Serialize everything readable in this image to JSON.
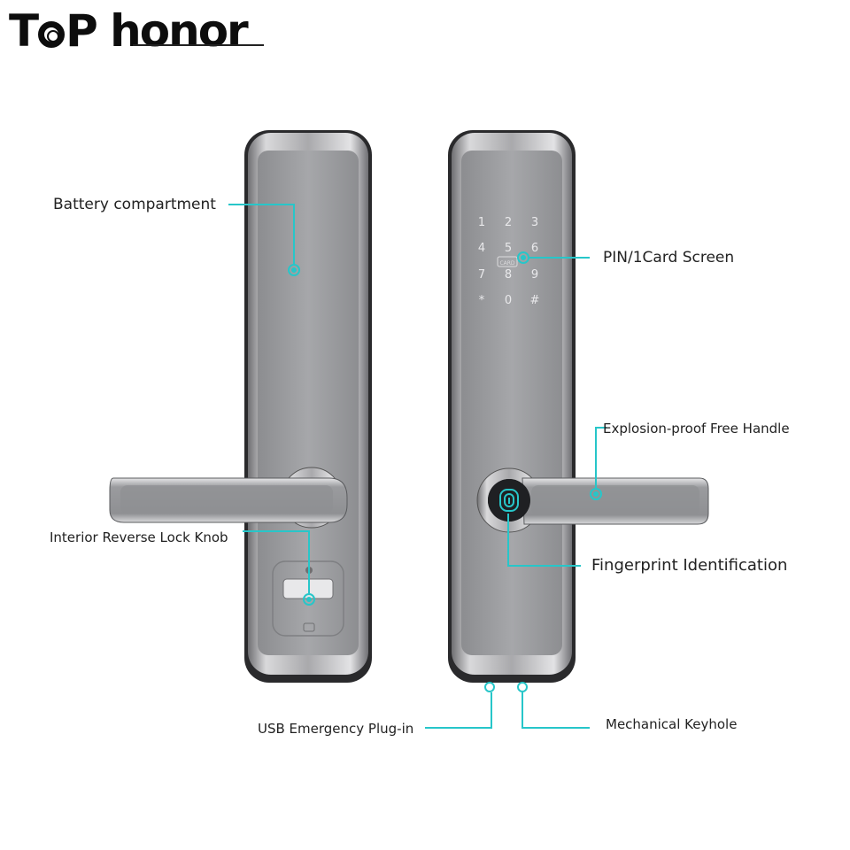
{
  "brand": {
    "logo_text_a": "T",
    "logo_text_b": "P honor"
  },
  "accent_color": "#27c6c9",
  "keypad": [
    "1",
    "2",
    "3",
    "4",
    "5",
    "6",
    "7",
    "8",
    "9",
    "*",
    "0",
    "#"
  ],
  "card_mark": "CARD",
  "callouts": {
    "battery": "Battery compartment",
    "pin_card": "PIN/1Card Screen",
    "handle": "Explosion-proof Free Handle",
    "lock_knob": "Interior Reverse Lock Knob",
    "fingerprint": "Fingerprint Identification",
    "usb": "USB Emergency Plug-in",
    "keyhole": "Mechanical Keyhole"
  }
}
